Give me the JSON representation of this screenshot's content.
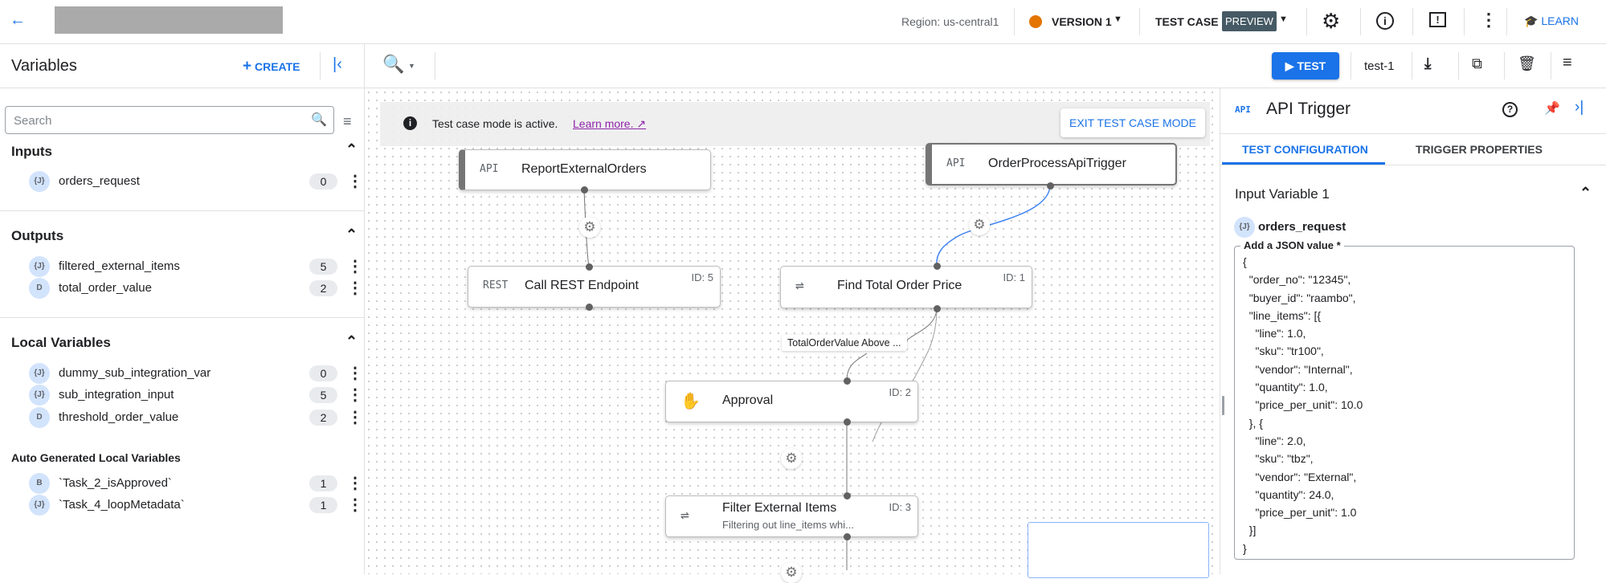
{
  "topbar": {
    "back_icon": "arrow-left-icon",
    "region": "Region: us-central1",
    "version": "VERSION 1",
    "version_status_color": "#e37400",
    "test_case": "TEST CASE",
    "preview_badge": "PREVIEW",
    "learn": "LEARN"
  },
  "toolbar": {
    "variables_title": "Variables",
    "create": "CREATE",
    "test": "TEST",
    "test_case_name": "test-1"
  },
  "sidebar": {
    "search_placeholder": "Search",
    "inputs": {
      "title": "Inputs",
      "items": [
        {
          "type": "{J}",
          "name": "orders_request",
          "count": "0"
        }
      ]
    },
    "outputs": {
      "title": "Outputs",
      "items": [
        {
          "type": "{J}",
          "name": "filtered_external_items",
          "count": "5"
        },
        {
          "type": "D",
          "name": "total_order_value",
          "count": "2"
        }
      ]
    },
    "locals": {
      "title": "Local Variables",
      "items": [
        {
          "type": "{J}",
          "name": "dummy_sub_integration_var",
          "count": "0"
        },
        {
          "type": "{J}",
          "name": "sub_integration_input",
          "count": "5"
        },
        {
          "type": "D",
          "name": "threshold_order_value",
          "count": "2"
        }
      ]
    },
    "auto": {
      "title": "Auto Generated Local Variables",
      "items": [
        {
          "type": "B",
          "name": "`Task_2_isApproved`",
          "count": "1"
        },
        {
          "type": "{J}",
          "name": "`Task_4_loopMetadata`",
          "count": "1"
        }
      ]
    }
  },
  "canvas": {
    "banner_text": "Test case mode is active.",
    "banner_link": "Learn more.",
    "exit_button": "EXIT TEST CASE MODE",
    "nodes": [
      {
        "type": "API",
        "name": "ReportExternalOrders"
      },
      {
        "type": "API",
        "name": "OrderProcessApiTrigger"
      },
      {
        "type": "REST",
        "name": "Call REST Endpoint",
        "id": "ID: 5"
      },
      {
        "type": "map",
        "name": "Find Total Order Price",
        "id": "ID: 1"
      },
      {
        "type": "approval",
        "name": "Approval",
        "id": "ID: 2"
      },
      {
        "type": "map",
        "name": "Filter External Items",
        "id": "ID: 3",
        "desc": "Filtering out line_items whi..."
      }
    ],
    "edge_label": "TotalOrderValue Above ..."
  },
  "panel": {
    "type": "API",
    "title": "API Trigger",
    "tabs": [
      "TEST CONFIGURATION",
      "TRIGGER PROPERTIES"
    ],
    "active_tab": 0,
    "section": "Input Variable 1",
    "var_type": "{J}",
    "var_name": "orders_request",
    "field_label": "Add a JSON value *",
    "json_value": "{\n  \"order_no\": \"12345\",\n  \"buyer_id\": \"raambo\",\n  \"line_items\": [{\n    \"line\": 1.0,\n    \"sku\": \"tr100\",\n    \"vendor\": \"Internal\",\n    \"quantity\": 1.0,\n    \"price_per_unit\": 10.0\n  }, {\n    \"line\": 2.0,\n    \"sku\": \"tbz\",\n    \"vendor\": \"External\",\n    \"quantity\": 24.0,\n    \"price_per_unit\": 1.0\n  }]\n}"
  }
}
